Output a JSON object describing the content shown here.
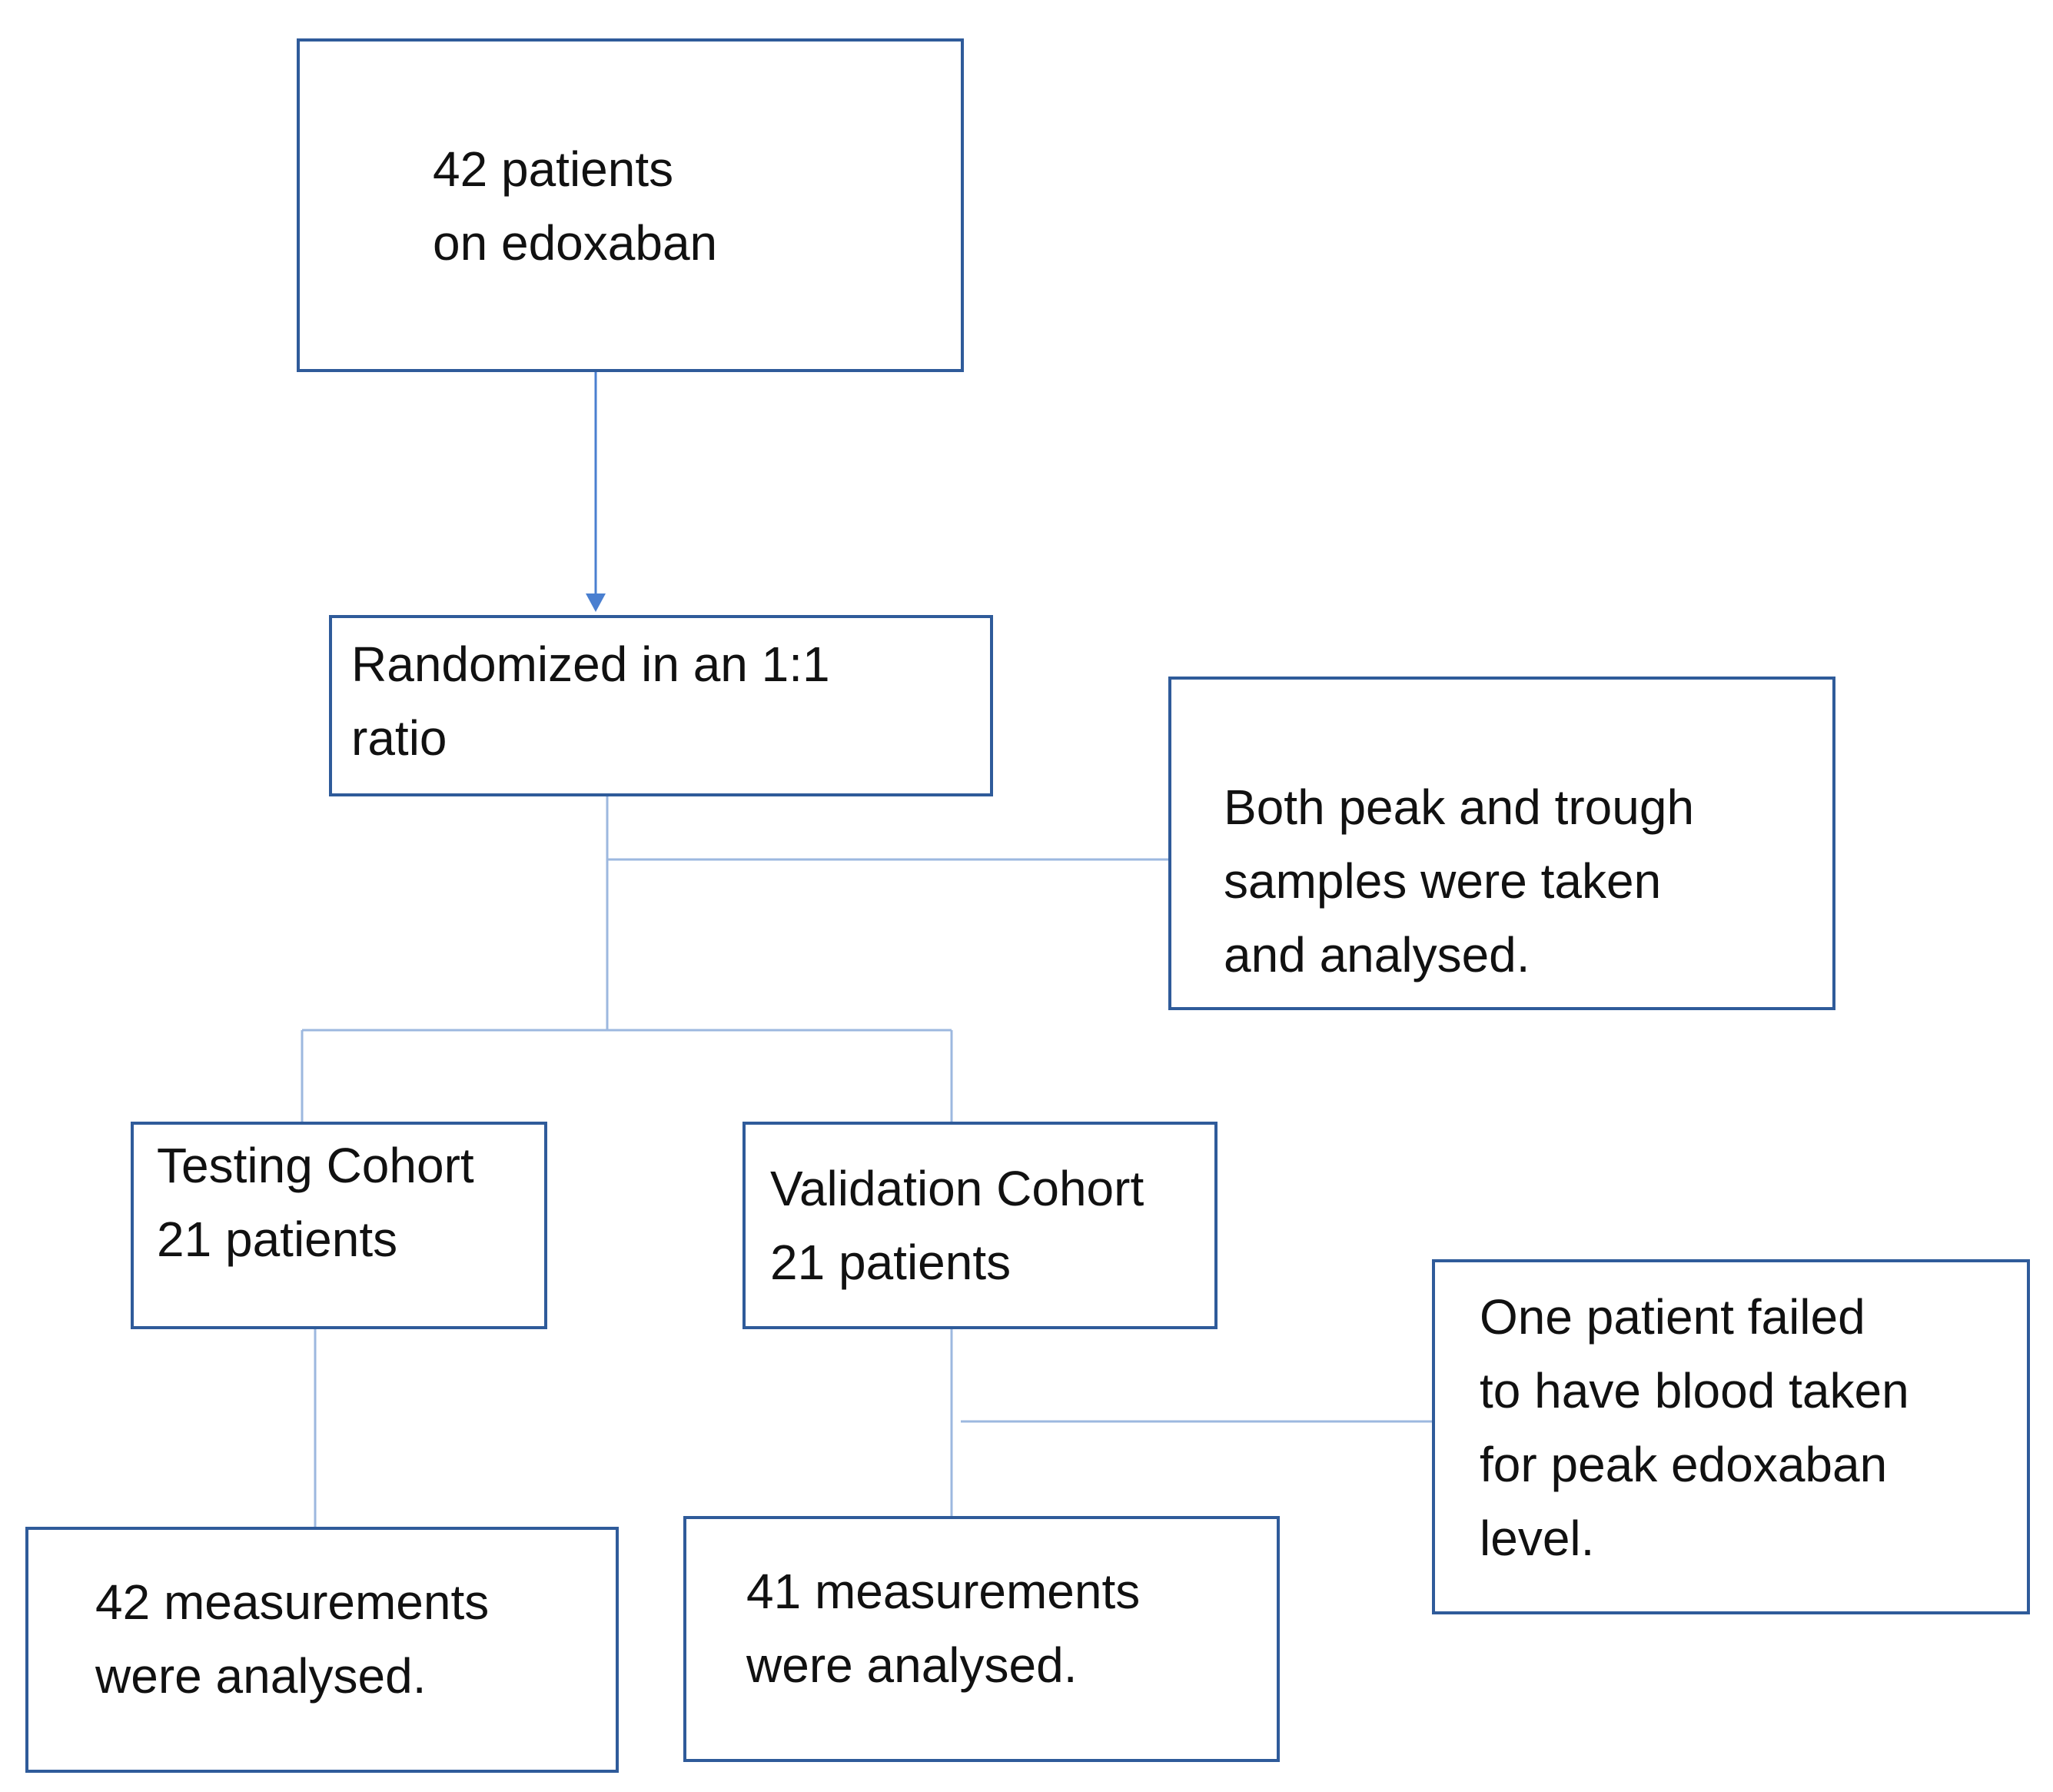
{
  "colors": {
    "box_border": "#2f5b9a",
    "connector": "#9db8df",
    "arrow": "#4a7fd0",
    "text": "#111111"
  },
  "boxes": {
    "start": {
      "lines": [
        "42 patients",
        "on edoxaban"
      ]
    },
    "randomized": {
      "lines": [
        "Randomized in an 1:1",
        "ratio"
      ]
    },
    "samples_note": {
      "lines": [
        "Both peak and trough",
        "samples were taken",
        "and analysed."
      ]
    },
    "testing_cohort": {
      "lines": [
        "Testing Cohort",
        "21 patients"
      ]
    },
    "validation_cohort": {
      "lines": [
        "Validation Cohort",
        "21 patients"
      ]
    },
    "failure_note": {
      "lines": [
        "One patient failed",
        "to have blood taken",
        "for peak edoxaban",
        "level."
      ]
    },
    "testing_result": {
      "lines": [
        "42 measurements",
        "were analysed."
      ]
    },
    "validation_result": {
      "lines": [
        "41 measurements",
        "were analysed."
      ]
    }
  }
}
